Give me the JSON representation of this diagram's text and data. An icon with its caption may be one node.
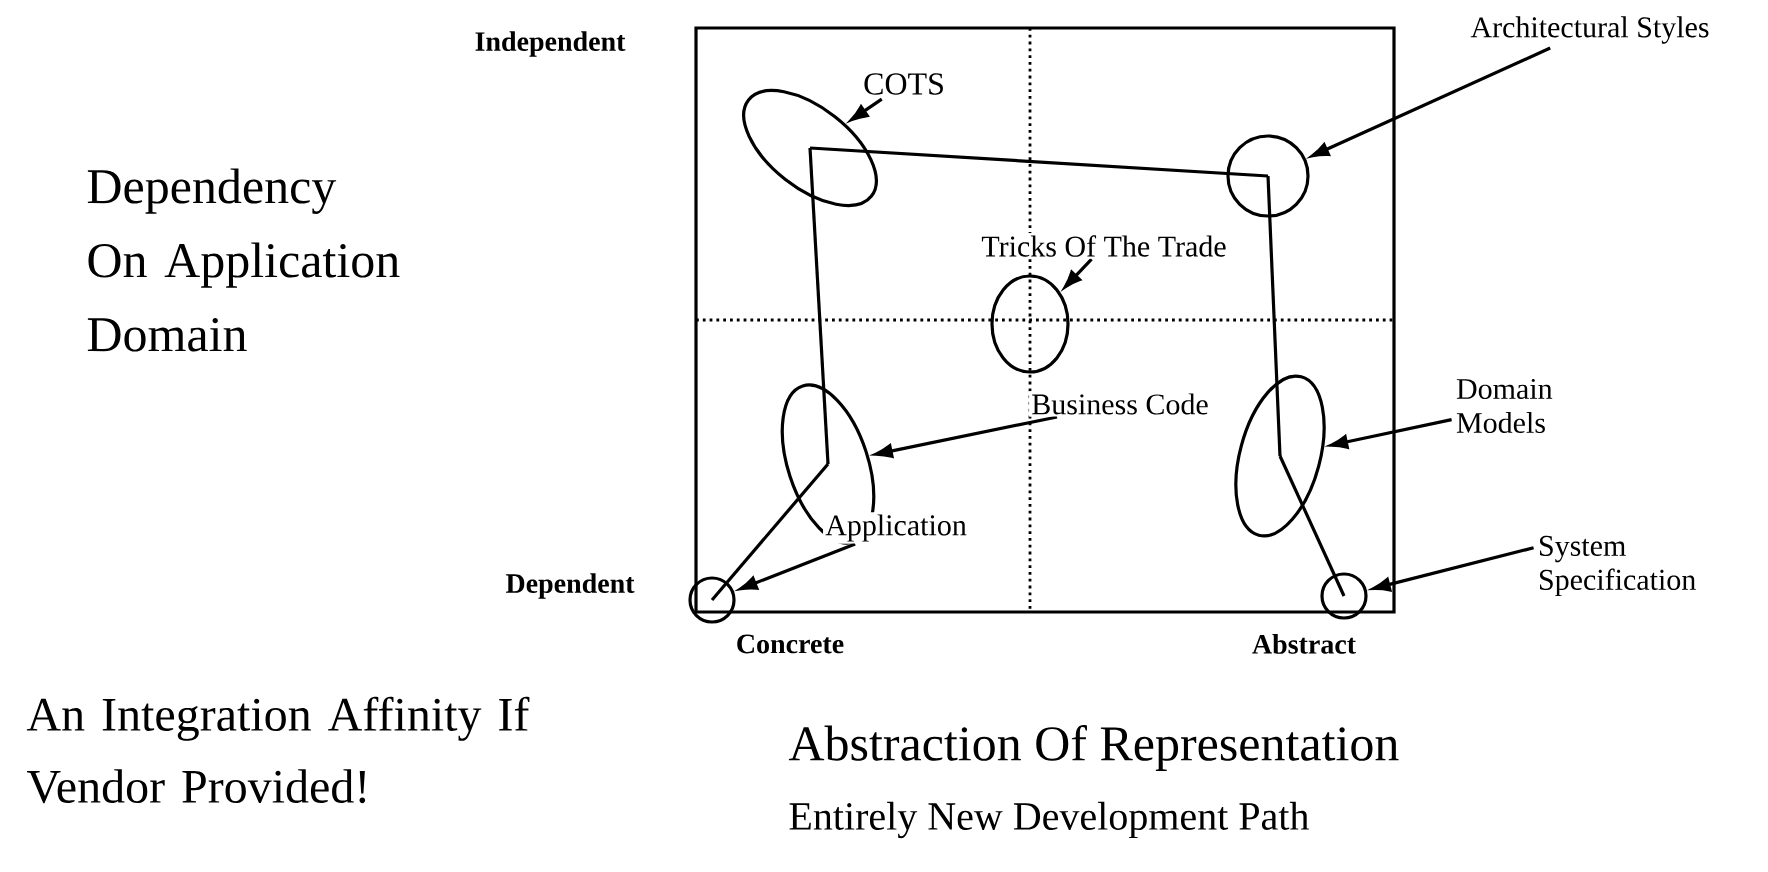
{
  "diagram": {
    "nodes": [
      {
        "text": [
          "COTS"
        ]
      },
      {
        "text": [],
        "shape": "ellipse"
      },
      {
        "text": [
          "Architectural Styles"
        ]
      },
      {
        "text": [],
        "shape": "circle"
      },
      {
        "text": [
          "Tricks Of The Trade"
        ]
      },
      {
        "text": [],
        "shape": "ellipse"
      },
      {
        "text": [
          "Business Code"
        ]
      },
      {
        "text": [],
        "shape": "ellipse"
      },
      {
        "text": [
          "Domain Models"
        ]
      },
      {
        "text": [],
        "shape": "ellipse"
      },
      {
        "text": [
          "Application"
        ]
      },
      {
        "text": [],
        "shape": "circle"
      },
      {
        "text": [
          "System Specification"
        ]
      },
      {
        "text": [],
        "shape": "circle"
      }
    ],
    "edges": [
      {
        "from": 0,
        "to": 1,
        "arrow": "to"
      },
      {
        "from": 2,
        "to": 3,
        "arrow": "to"
      },
      {
        "from": 4,
        "to": 5,
        "arrow": "to"
      },
      {
        "from": 6,
        "to": 7,
        "arrow": "to"
      },
      {
        "from": 8,
        "to": 9,
        "arrow": "to"
      },
      {
        "from": 10,
        "to": 11,
        "arrow": "to"
      },
      {
        "from": 12,
        "to": 13,
        "arrow": "to"
      },
      {
        "from": 11,
        "to": 7,
        "arrow": "none"
      },
      {
        "from": 7,
        "to": 1,
        "arrow": "none"
      },
      {
        "from": 1,
        "to": 3,
        "arrow": "none"
      },
      {
        "from": 3,
        "to": 9,
        "arrow": "none"
      },
      {
        "from": 9,
        "to": 13,
        "arrow": "none"
      }
    ],
    "labels": [
      "Independent",
      "Dependency On Application Domain",
      "Dependent",
      "Concrete",
      "Abstract",
      "An Integration Affinity If Vendor Provided!",
      "Abstraction Of Representation",
      "Entirely New Development Path"
    ]
  }
}
